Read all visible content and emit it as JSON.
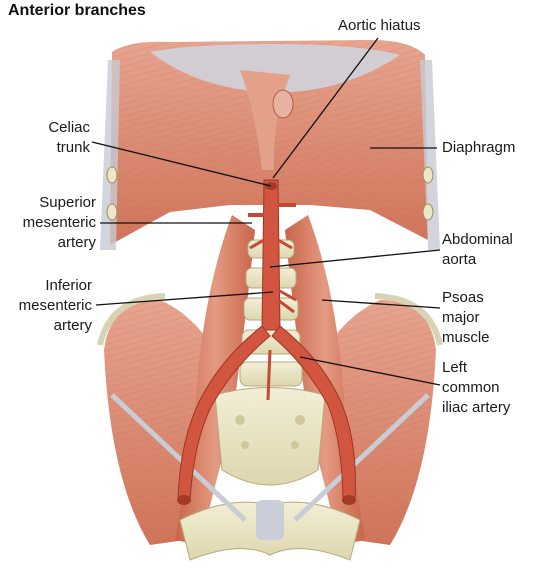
{
  "heading": "Anterior branches",
  "labels": {
    "aortic_hiatus": "Aortic hiatus",
    "celiac_trunk": [
      "Celiac",
      "trunk"
    ],
    "diaphragm": "Diaphragm",
    "superior_mesenteric_artery": [
      "Superior",
      "mesenteric",
      "artery"
    ],
    "abdominal_aorta": [
      "Abdominal",
      "aorta"
    ],
    "inferior_mesenteric_artery": [
      "Inferior",
      "mesenteric",
      "artery"
    ],
    "psoas_major_muscle": [
      "Psoas",
      "major",
      "muscle"
    ],
    "left_common_iliac_artery": [
      "Left",
      "common",
      "iliac artery"
    ]
  },
  "colors": {
    "muscle": "#d9826a",
    "muscle_dark": "#b85c45",
    "tendon": "#c8ccd4",
    "bone": "#ece7c8",
    "artery": "#d2553f",
    "leader_line": "#111111"
  }
}
